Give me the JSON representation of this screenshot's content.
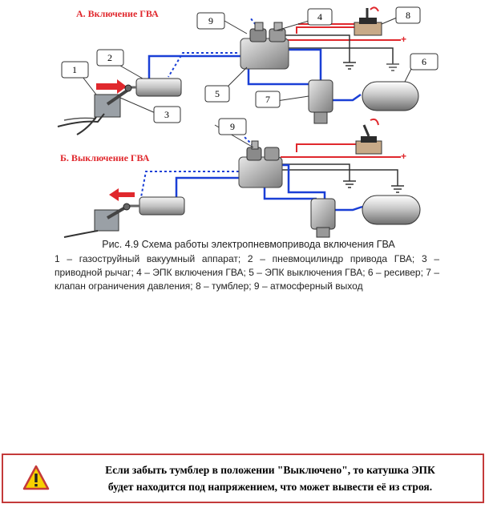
{
  "section_a_title": "А. Включение ГВА",
  "section_b_title": "Б. Выключение ГВА",
  "callouts": {
    "c1": "1",
    "c2": "2",
    "c3": "3",
    "c4": "4",
    "c5": "5",
    "c6": "6",
    "c7": "7",
    "c8": "8",
    "c9a": "9",
    "c9b": "9"
  },
  "plus_sign": "+",
  "caption": "Рис. 4.9 Схема работы электропневмопривода включения ГВА",
  "legend": "1 – газоструйный вакуумный аппарат; 2 – пневмоцилиндр привода ГВА; 3 – приводной рычаг; 4 – ЭПК включения ГВА; 5 – ЭПК выключения ГВА; 6 – ресивер; 7 – клапан ограничения давления; 8 – тумблер; 9 – атмосферный выход",
  "warning": {
    "icon": "warning-triangle-icon",
    "line1": "Если забыть тумблер в положении \"Выключено\", то катушка ЭПК",
    "line2": "будет находится  под напряжением, что может вывести её из строя."
  },
  "colors": {
    "air_line": "#1a3fd6",
    "power_line": "#e0282d",
    "title_text": "#e0282d",
    "warning_border": "#c43a3a",
    "warning_fill": "#f7d000"
  }
}
